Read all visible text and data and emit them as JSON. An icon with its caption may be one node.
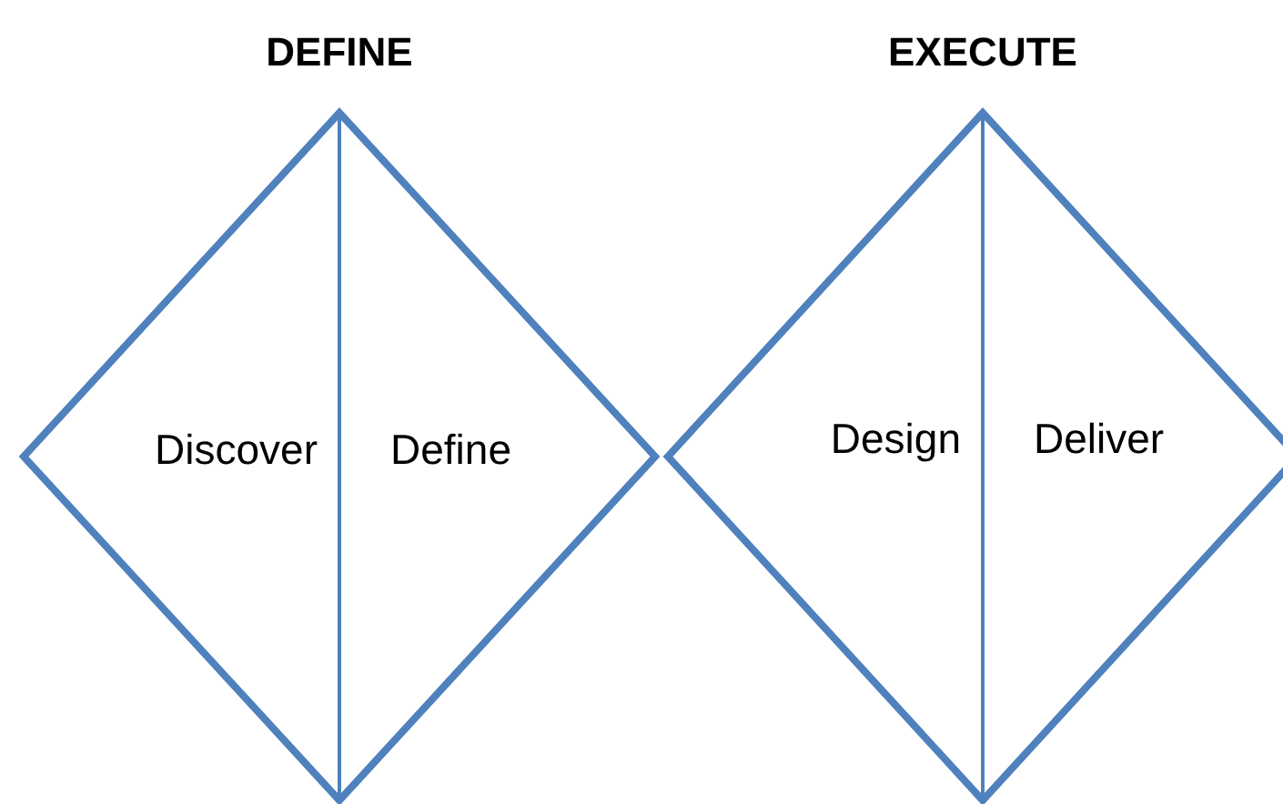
{
  "diagram": {
    "nodes": [
      {
        "text": [
          "DEFINE"
        ]
      },
      {
        "text": [
          "Discover"
        ],
        "in": 0
      },
      {
        "text": [
          "Define"
        ],
        "in": 0
      },
      {
        "text": [
          "EXECUTE"
        ]
      },
      {
        "text": [
          "Design"
        ],
        "in": 3
      },
      {
        "text": [
          "Deliver"
        ],
        "in": 3
      }
    ]
  }
}
